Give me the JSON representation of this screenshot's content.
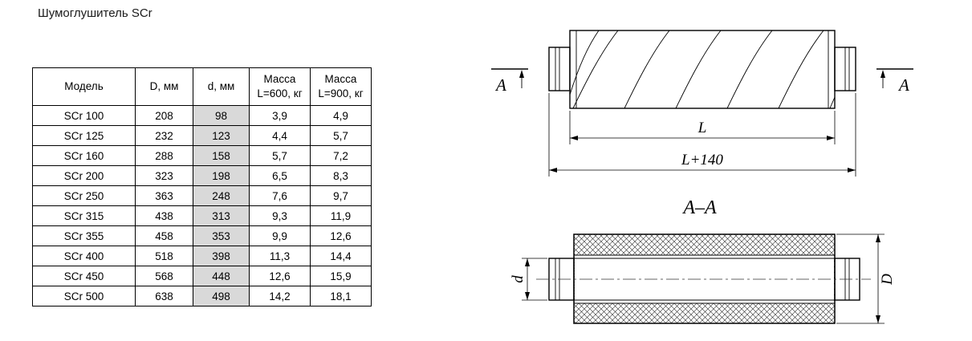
{
  "page": {
    "title": "Шумоглушитель SCr"
  },
  "table": {
    "headers": {
      "model": "Модель",
      "diameter_outer": "D, мм",
      "diameter_inner": "d, мм",
      "mass_600_line1": "Масса",
      "mass_600_line2": "L=600, кг",
      "mass_900_line1": "Масса",
      "mass_900_line2": "L=900, кг"
    },
    "highlight_color": "#d9d9d9",
    "rows": [
      {
        "model": "SCr 100",
        "D": "208",
        "d": "98",
        "m600": "3,9",
        "m900": "4,9"
      },
      {
        "model": "SCr 125",
        "D": "232",
        "d": "123",
        "m600": "4,4",
        "m900": "5,7"
      },
      {
        "model": "SCr 160",
        "D": "288",
        "d": "158",
        "m600": "5,7",
        "m900": "7,2"
      },
      {
        "model": "SCr 200",
        "D": "323",
        "d": "198",
        "m600": "6,5",
        "m900": "8,3"
      },
      {
        "model": "SCr 250",
        "D": "363",
        "d": "248",
        "m600": "7,6",
        "m900": "9,7"
      },
      {
        "model": "SCr 315",
        "D": "438",
        "d": "313",
        "m600": "9,3",
        "m900": "11,9"
      },
      {
        "model": "SCr 355",
        "D": "458",
        "d": "353",
        "m600": "9,9",
        "m900": "12,6"
      },
      {
        "model": "SCr 400",
        "D": "518",
        "d": "398",
        "m600": "11,3",
        "m900": "14,4"
      },
      {
        "model": "SCr 450",
        "D": "568",
        "d": "448",
        "m600": "12,6",
        "m900": "15,9"
      },
      {
        "model": "SCr 500",
        "D": "638",
        "d": "498",
        "m600": "14,2",
        "m900": "18,1"
      }
    ]
  },
  "drawing": {
    "section_mark_left": "A",
    "section_mark_right": "A",
    "dim_length": "L",
    "dim_length_total": "L+140",
    "section_title": "A–A",
    "dim_inner": "d",
    "dim_outer": "D"
  }
}
